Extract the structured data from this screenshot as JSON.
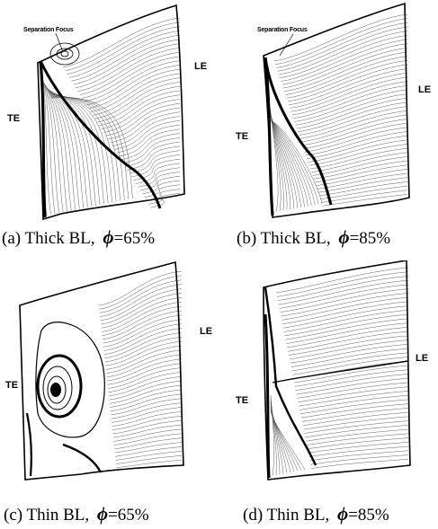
{
  "panels": [
    {
      "id": "a",
      "caption": {
        "prefix": "(a) Thick BL,",
        "symbol": "ϕ",
        "value": "=65%"
      },
      "annotation": "Separation Focus",
      "te_label": "TE",
      "le_label": "LE"
    },
    {
      "id": "b",
      "caption": {
        "prefix": "(b) Thick BL,",
        "symbol": "ϕ",
        "value": "=85%"
      },
      "annotation": "Separation Focus",
      "te_label": "TE",
      "le_label": "LE"
    },
    {
      "id": "c",
      "caption": {
        "prefix": "(c) Thin BL,",
        "symbol": "ϕ",
        "value": "=65%"
      },
      "te_label": "TE",
      "le_label": "LE"
    },
    {
      "id": "d",
      "caption": {
        "prefix": "(d) Thin BL,",
        "symbol": "ϕ",
        "value": "=85%"
      },
      "te_label": "TE",
      "le_label": "LE"
    }
  ]
}
